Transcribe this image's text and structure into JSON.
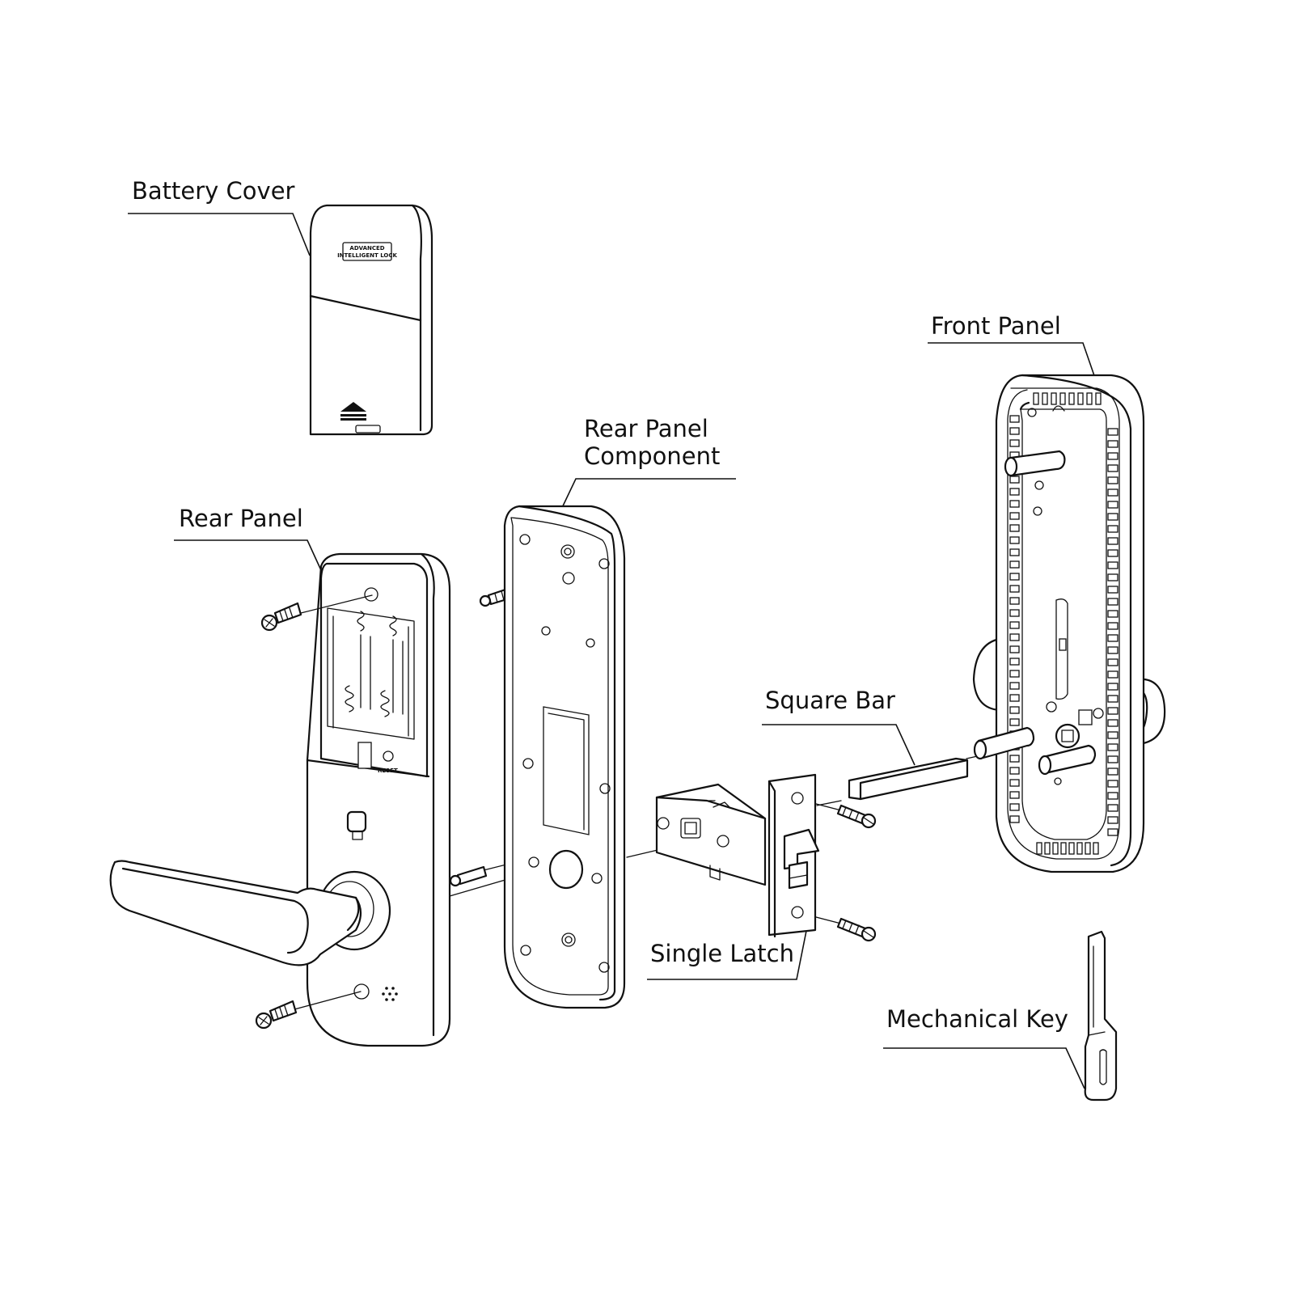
{
  "labels": {
    "battery_cover": "Battery Cover",
    "rear_panel": "Rear Panel",
    "rear_panel_component_line1": "Rear Panel",
    "rear_panel_component_line2": "Component",
    "front_panel": "Front Panel",
    "square_bar": "Square Bar",
    "single_latch": "Single Latch",
    "mechanical_key": "Mechanical Key"
  },
  "markings": {
    "cover_badge_line1": "ADVANCED",
    "cover_badge_line2": "INTELLIGENT LOCK",
    "reset": "RESET"
  },
  "colors": {
    "ink": "#111111",
    "background": "#ffffff"
  }
}
